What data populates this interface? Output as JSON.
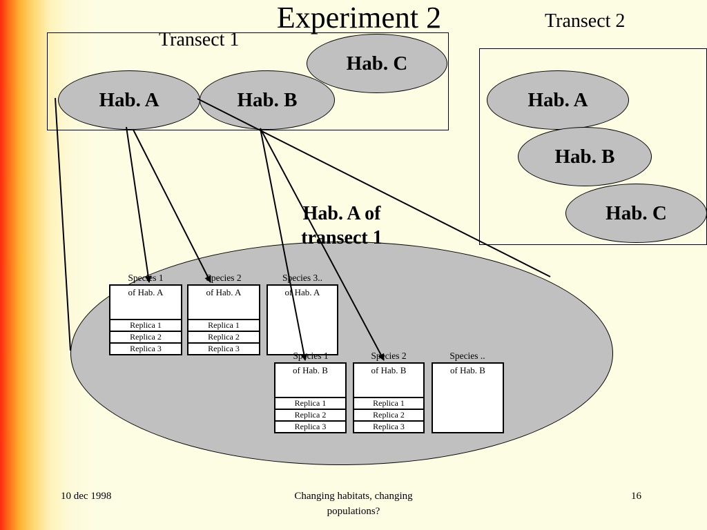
{
  "title": "Experiment 2",
  "transect1": {
    "label": "Transect 1",
    "habitats": [
      "Hab. A",
      "Hab. B",
      "Hab. C"
    ]
  },
  "transect2": {
    "label": "Transect 2",
    "habitats": [
      "Hab. A",
      "Hab. B",
      "Hab. C"
    ]
  },
  "zoom_label": {
    "line1": "Hab. A of",
    "line2": "transect 1"
  },
  "hab_a_row": {
    "species": [
      {
        "above": "Species 1",
        "inside": "of Hab. A",
        "replicas": [
          "Replica 1",
          "Replica 2",
          "Replica 3"
        ]
      },
      {
        "above": "Species 2",
        "inside": "of Hab. A",
        "replicas": [
          "Replica 1",
          "Replica 2",
          "Replica 3"
        ]
      },
      {
        "above": "Species 3..",
        "inside": "of Hab. A",
        "replicas": []
      }
    ]
  },
  "hab_b_row": {
    "species": [
      {
        "above": "Species 1",
        "inside": "of Hab. B",
        "replicas": [
          "Replica 1",
          "Replica 2",
          "Replica 3"
        ]
      },
      {
        "above": "Species 2",
        "inside": "of Hab. B",
        "replicas": [
          "Replica 1",
          "Replica 2",
          "Replica 3"
        ]
      },
      {
        "above": "Species ..",
        "inside": "of Hab. B",
        "replicas": []
      }
    ]
  },
  "footer": {
    "date": "10 dec 1998",
    "caption_line1": "Changing habitats, changing",
    "caption_line2": "populations?",
    "page": "16"
  }
}
